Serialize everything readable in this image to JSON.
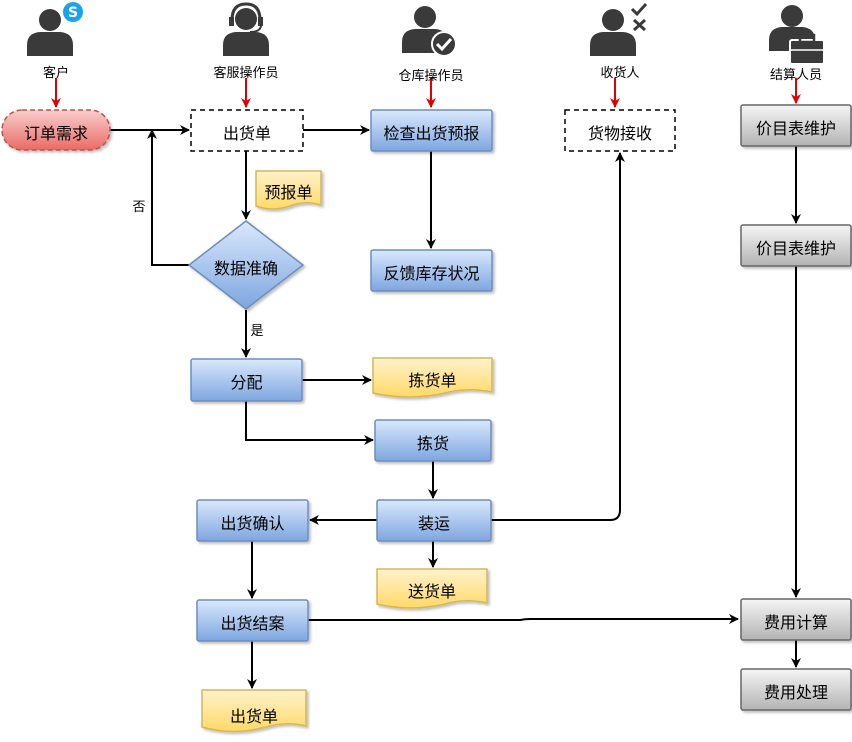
{
  "actors": {
    "customer": "客户",
    "service": "客服操作员",
    "warehouse": "仓库操作员",
    "receiver": "收货人",
    "settlement": "结算人员"
  },
  "nodes": {
    "order_demand": "订单需求",
    "delivery_order_dashed": "出货单",
    "check_forecast": "检查出货预报",
    "goods_receive": "货物接收",
    "price_maint_1": "价目表维护",
    "forecast_doc": "预报单",
    "data_accurate": "数据准确",
    "feedback_stock": "反馈库存状况",
    "price_maint_2": "价目表维护",
    "allocate": "分配",
    "pick_doc": "拣货单",
    "pick": "拣货",
    "ship_confirm": "出货确认",
    "load": "装运",
    "delivery_doc": "送货单",
    "ship_close": "出货结案",
    "fee_calc": "费用计算",
    "out_doc": "出货单",
    "fee_process": "费用处理"
  },
  "edge_labels": {
    "no": "否",
    "yes": "是"
  },
  "colors": {
    "blue_fill": "#a9c4eb",
    "blue_stroke": "#6c8ebf",
    "gray_fill": "#d9d9d9",
    "gray_stroke": "#666666",
    "red_fill": "#f19c99",
    "red_stroke": "#b85450",
    "yellow_fill": "#fff2cc",
    "yellow_stroke": "#d6b656",
    "arrow_red": "#e00000",
    "actor_icon": "#3a3a3a"
  },
  "icons": {
    "customer": "skype-badge-icon",
    "service": "headset-icon",
    "warehouse": "checkmark-badge-icon",
    "receiver": "check-cross-icon",
    "settlement": "briefcase-icon"
  }
}
